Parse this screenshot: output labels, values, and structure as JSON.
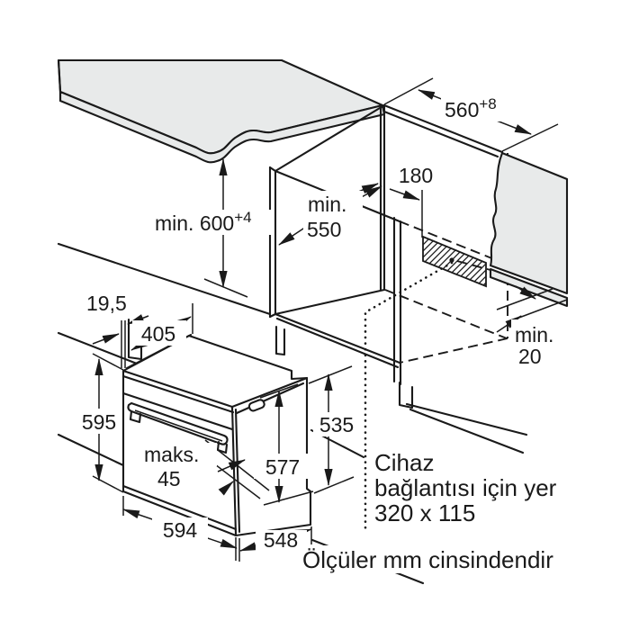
{
  "title": "Built-in oven installation diagram",
  "labels": {
    "niche_width": "560",
    "niche_width_tol": "+8",
    "niche_height": "min. 600",
    "niche_height_tol": "+4",
    "niche_depth_l1": "min.",
    "niche_depth_l2": "550",
    "conn_offset": "180",
    "rear_gap_l1": "min.",
    "rear_gap_l2": "20",
    "front_overhang": "19,5",
    "top_depth": "405",
    "oven_height": "595",
    "handle_l1": "maks.",
    "handle_l2": "45",
    "body_height": "577",
    "side_height": "535",
    "oven_width": "594",
    "oven_depth": "548",
    "conn_note_l1": "Cihaz",
    "conn_note_l2": "bağlantısı için yer",
    "conn_note_l3": "320 x 115",
    "footer": "Ölçüler mm cinsindendir"
  },
  "colors": {
    "line": "#1a1a1a",
    "surface": "#e8eaea",
    "background": "#ffffff"
  }
}
